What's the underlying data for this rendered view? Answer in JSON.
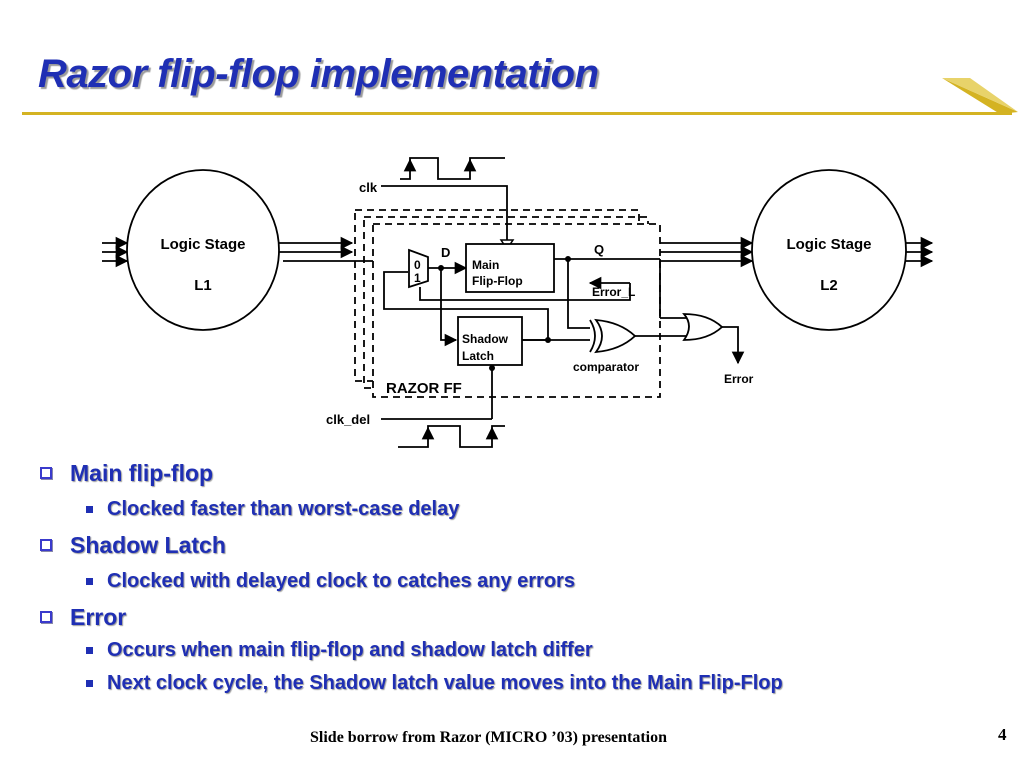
{
  "slide": {
    "title": "Razor flip-flop implementation",
    "footer": "Slide borrow from Razor (MICRO ’03) presentation",
    "page_number": "4"
  },
  "diagram": {
    "logic_stage_left": {
      "title": "Logic Stage",
      "id": "L1"
    },
    "logic_stage_right": {
      "title": "Logic Stage",
      "id": "L2"
    },
    "clk_label": "clk",
    "clk_del_label": "clk_del",
    "d_label": "D",
    "q_label": "Q",
    "mux_in0": "0",
    "mux_in1": "1",
    "main_ff_line1": "Main",
    "main_ff_line2": "Flip-Flop",
    "shadow_line1": "Shadow",
    "shadow_line2": "Latch",
    "error_l_label": "Error_L",
    "comparator_label": "comparator",
    "razor_ff_label": "RAZOR FF",
    "error_label": "Error"
  },
  "bullets": [
    {
      "text": "Main flip-flop",
      "sub": [
        "Clocked faster than worst-case delay"
      ]
    },
    {
      "text": "Shadow Latch",
      "sub": [
        "Clocked with delayed clock to catches  any errors"
      ]
    },
    {
      "text": "Error",
      "sub": [
        "Occurs when main flip-flop and shadow  latch differ",
        "Next clock cycle, the Shadow latch value moves into the Main Flip-Flop"
      ]
    }
  ]
}
